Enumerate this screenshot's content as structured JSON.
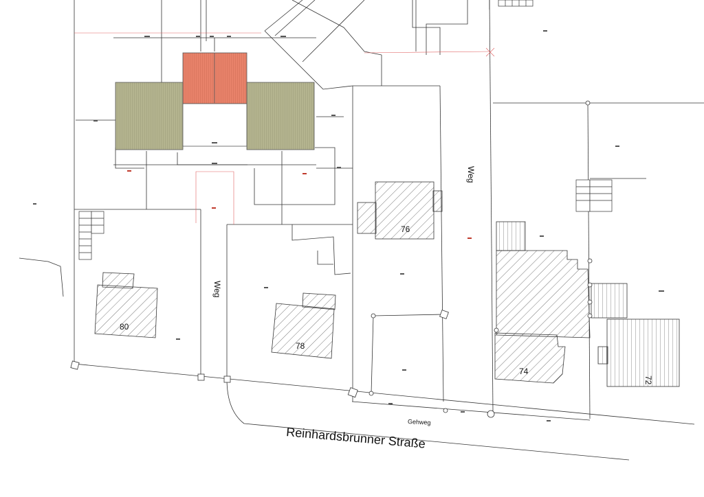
{
  "streets": {
    "main": "Reinhardsbrunner Straße",
    "sidewalk": "Gehweg",
    "path_left": "Weg",
    "path_right": "Weg"
  },
  "houses": {
    "h80": "80",
    "h78": "78",
    "h76": "76",
    "h74": "74",
    "h72": "72"
  },
  "colors": {
    "existing_building_hatch": "#555555",
    "planned_annex": "#b4b48f",
    "planned_main": "#e07a5f",
    "red_line": "#e06060",
    "line": "#333333"
  }
}
